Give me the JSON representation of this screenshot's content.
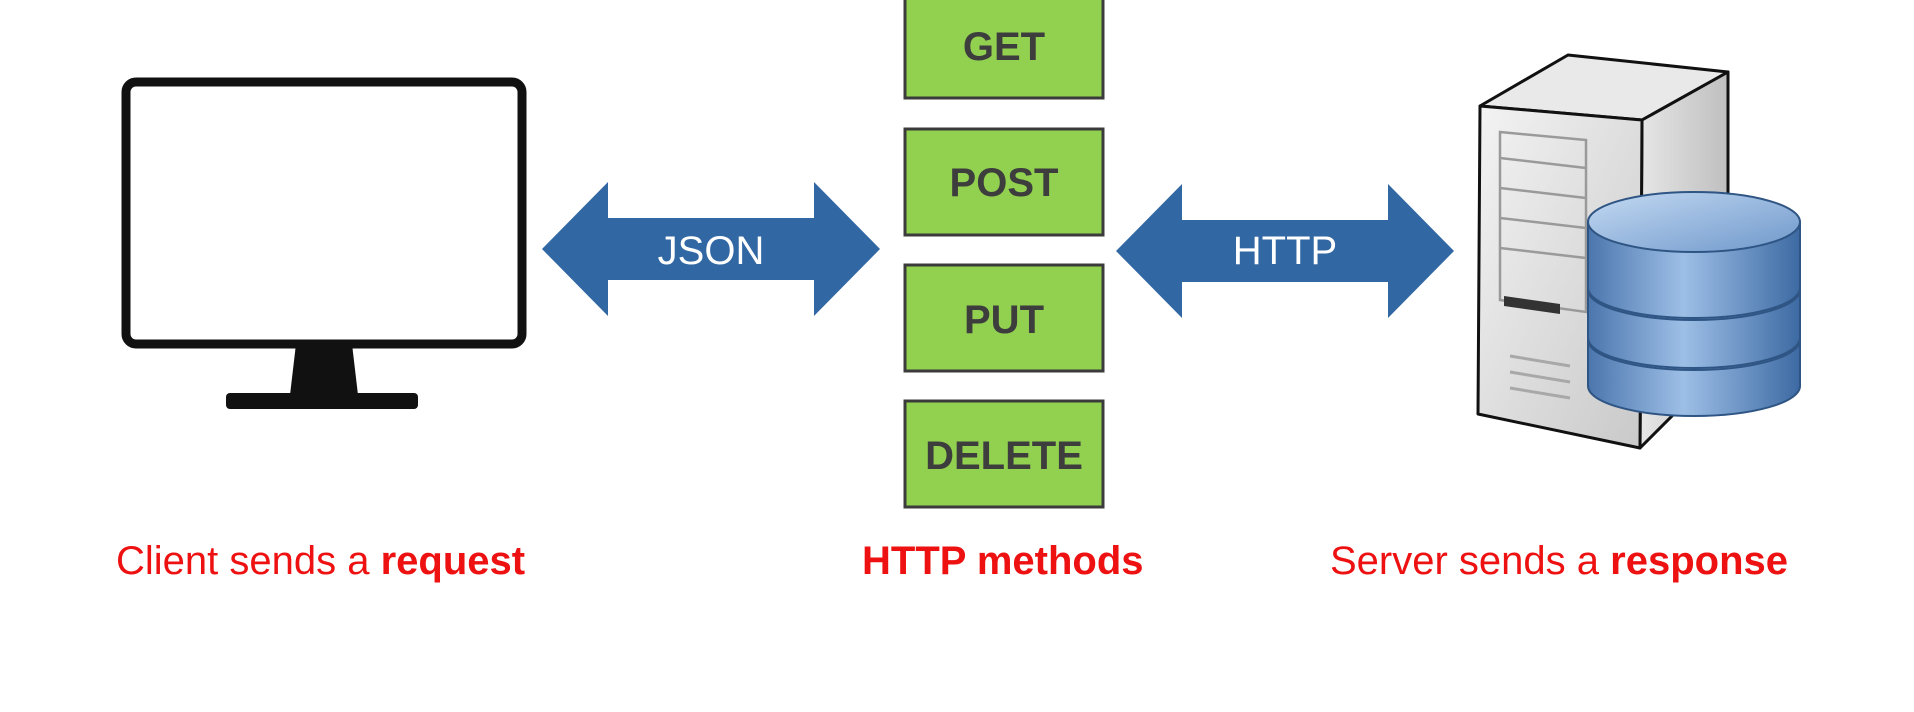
{
  "diagram": {
    "client": {
      "icon": "monitor-icon",
      "caption_prefix": "Client sends a",
      "caption_bold": "request"
    },
    "arrows": {
      "left_label": "JSON",
      "right_label": "HTTP",
      "color": "#3167a3"
    },
    "methods": {
      "items": [
        "GET",
        "POST",
        "PUT",
        "DELETE"
      ],
      "fill_color": "#92d050",
      "caption": "HTTP methods"
    },
    "server": {
      "icon": "server-database-icon",
      "caption_prefix": "Server sends a",
      "caption_bold": "response"
    },
    "caption_color": "#ee1111"
  }
}
